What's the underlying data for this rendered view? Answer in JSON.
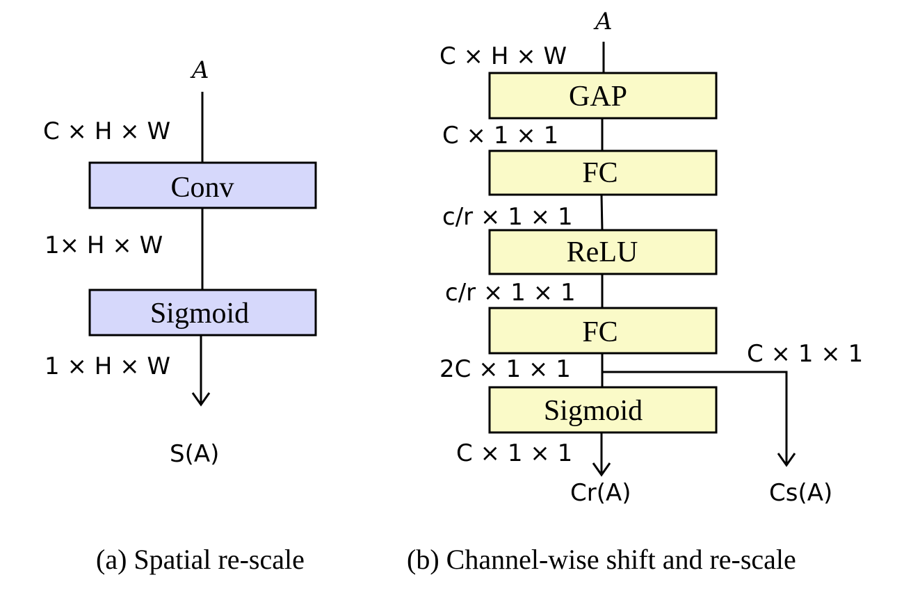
{
  "panel_a": {
    "input": "A",
    "dims": [
      "C × H × W",
      "1× H × W",
      "1 × H × W"
    ],
    "boxes": [
      "Conv",
      "Sigmoid"
    ],
    "output": "S(A)",
    "caption": "(a) Spatial re-scale",
    "box_fill": "#d6d8fb"
  },
  "panel_b": {
    "input": "A",
    "dims": [
      "C × H × W",
      "C × 1 × 1",
      "c/r × 1 × 1",
      "c/r × 1 × 1",
      "2C × 1 × 1",
      "C × 1 × 1",
      "C × 1 × 1"
    ],
    "boxes": [
      "GAP",
      "FC",
      "ReLU",
      "FC",
      "Sigmoid"
    ],
    "output_rescale": "Cr(A)",
    "output_shift": "Cs(A)",
    "caption": "(b) Channel-wise shift and re-scale",
    "box_fill": "#fafac8"
  }
}
